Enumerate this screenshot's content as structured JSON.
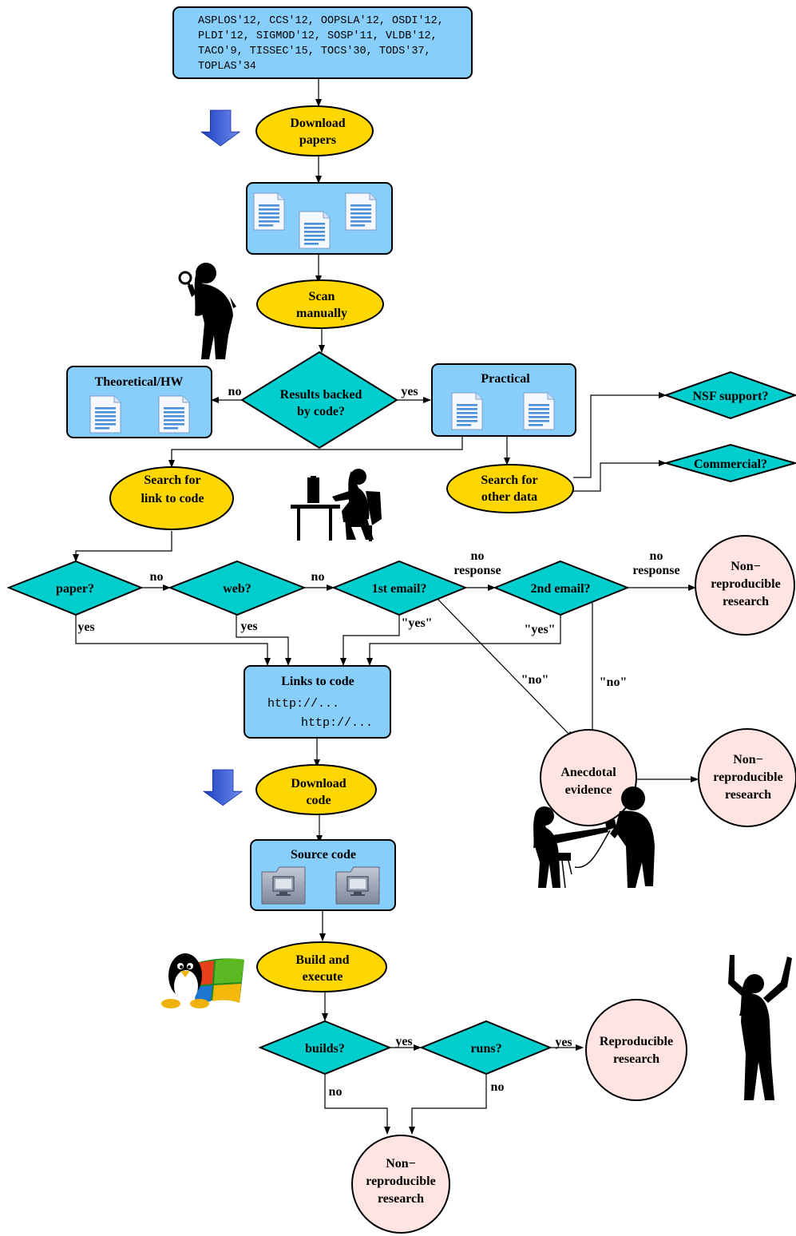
{
  "colors": {
    "box": "#87cefa",
    "oval": "#ffd700",
    "diamond": "#00cdcd",
    "circle": "#ffe4e1",
    "stroke": "#000000"
  },
  "venues": {
    "line1": "ASPLOS'12, CCS'12, OOPSLA'12, OSDI'12,",
    "line2": "PLDI'12, SIGMOD'12, SOSP'11, VLDB'12,",
    "line3": "TACO'9, TISSEC'15, TOCS'30, TODS'37,",
    "line4": "TOPLAS'34"
  },
  "nodes": {
    "download_papers": [
      "Download",
      "papers"
    ],
    "scan_manually": [
      "Scan",
      "manually"
    ],
    "theoretical": "Theoretical/HW",
    "results_backed": [
      "Results backed",
      "by code?"
    ],
    "practical": "Practical",
    "nsf_support": "NSF support?",
    "commercial": "Commercial?",
    "search_link": [
      "Search for",
      "link to code"
    ],
    "search_other": [
      "Search for",
      "other data"
    ],
    "paper_q": "paper?",
    "web_q": "web?",
    "first_email": "1st email?",
    "second_email": "2nd email?",
    "nonrepro_1": [
      "Non−",
      "reproducible",
      "research"
    ],
    "links_to_code": "Links to code",
    "url1": "http://...",
    "url2": "http://...",
    "anecdotal": [
      "Anecdotal",
      "evidence"
    ],
    "nonrepro_2": [
      "Non−",
      "reproducible",
      "research"
    ],
    "download_code": [
      "Download",
      "code"
    ],
    "source_code": "Source code",
    "build_execute": [
      "Build and",
      "execute"
    ],
    "builds_q": "builds?",
    "runs_q": "runs?",
    "reproducible": [
      "Reproducible",
      "research"
    ],
    "nonrepro_3": [
      "Non−",
      "reproducible",
      "research"
    ]
  },
  "edge_labels": {
    "no_theoretical": "no",
    "yes_practical": "yes",
    "paper_no": "no",
    "web_no": "no",
    "email1_noresp": [
      "no",
      "response"
    ],
    "email2_noresp": [
      "no",
      "response"
    ],
    "paper_yes": "yes",
    "web_yes": "yes",
    "email1_yes": "\"yes\"",
    "email2_yes": "\"yes\"",
    "email1_no": "\"no\"",
    "email2_no": "\"no\"",
    "builds_yes": "yes",
    "runs_yes": "yes",
    "builds_no": "no",
    "runs_no": "no"
  },
  "icons": {
    "download_arrow": "down-arrow-icon",
    "document": "document-icon",
    "folder": "computer-folder-icon",
    "magnifier_person": "woman-with-magnifier-silhouette",
    "computer_person": "woman-at-computer-silhouette",
    "interview": "interview-silhouette",
    "os_logos": "linux-windows-logo",
    "celebrate": "celebrating-woman-silhouette"
  }
}
